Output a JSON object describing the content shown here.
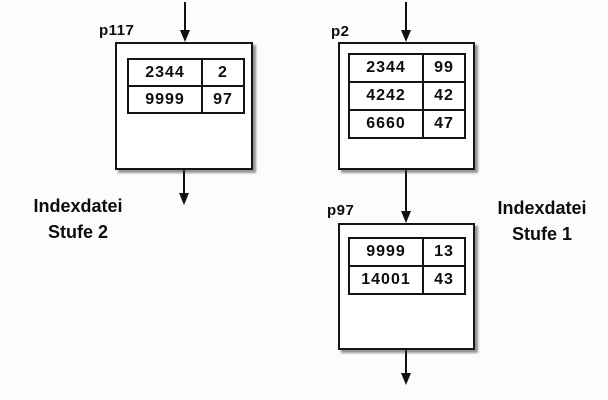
{
  "diagram": {
    "left_label": {
      "line1": "Indexdatei",
      "line2": "Stufe 2"
    },
    "right_label": {
      "line1": "Indexdatei",
      "line2": "Stufe 1"
    },
    "nodes": [
      {
        "id": "p117",
        "rows": [
          {
            "key": "2344",
            "page": "2"
          },
          {
            "key": "9999",
            "page": "97"
          }
        ]
      },
      {
        "id": "p2",
        "rows": [
          {
            "key": "2344",
            "page": "99"
          },
          {
            "key": "4242",
            "page": "42"
          },
          {
            "key": "6660",
            "page": "47"
          }
        ]
      },
      {
        "id": "p97",
        "rows": [
          {
            "key": "9999",
            "page": "13"
          },
          {
            "key": "14001",
            "page": "43"
          }
        ]
      }
    ]
  }
}
